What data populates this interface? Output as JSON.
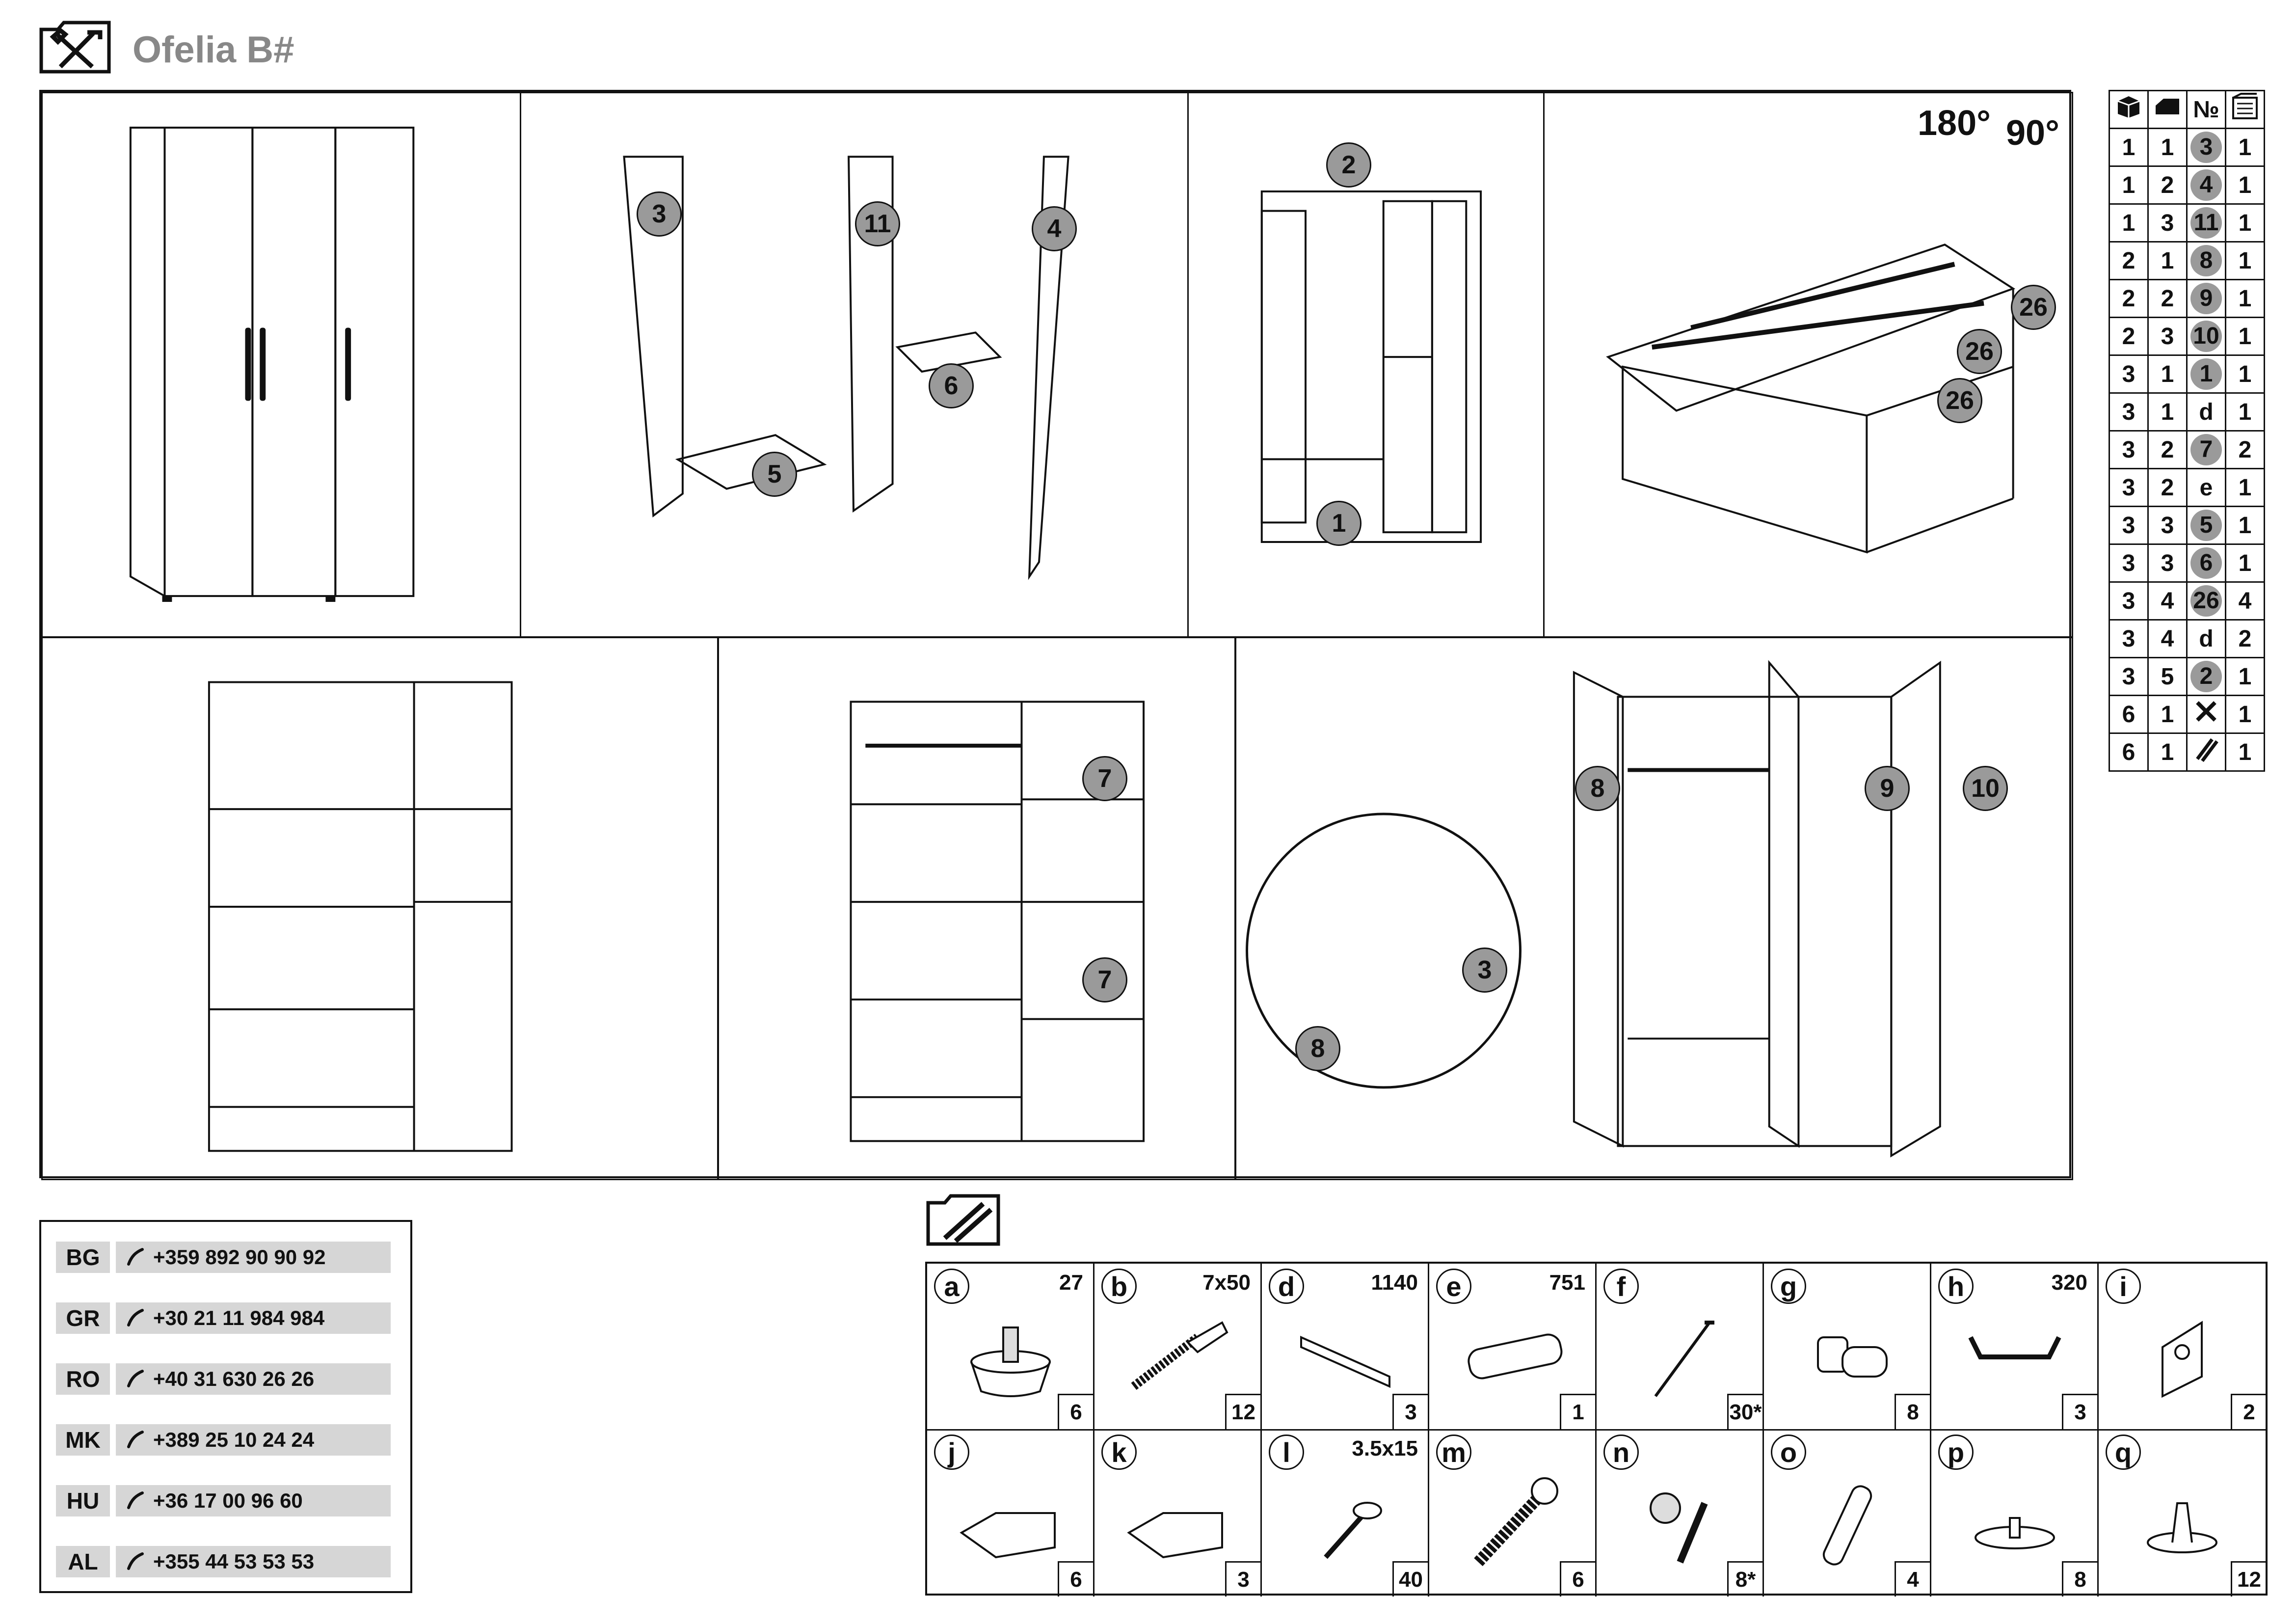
{
  "header": {
    "title": "Ofelia B#",
    "icon": "tools-icon"
  },
  "steps": {
    "step4_rotation": {
      "a": "180°",
      "b": "90°"
    },
    "badges": {
      "s2": [
        "3",
        "11",
        "4",
        "5",
        "6"
      ],
      "s3": [
        "2",
        "1"
      ],
      "s4": [
        "26",
        "26",
        "26"
      ],
      "s6": [
        "7",
        "7"
      ],
      "s7": [
        "8",
        "9",
        "10",
        "3",
        "8"
      ]
    }
  },
  "parts_table": {
    "headers": [
      "box-icon",
      "pack-icon",
      "№",
      "qty-icon"
    ],
    "rows": [
      [
        "1",
        "1",
        "3",
        "1",
        true
      ],
      [
        "1",
        "2",
        "4",
        "1",
        true
      ],
      [
        "1",
        "3",
        "11",
        "1",
        true
      ],
      [
        "2",
        "1",
        "8",
        "1",
        true
      ],
      [
        "2",
        "2",
        "9",
        "1",
        true
      ],
      [
        "2",
        "3",
        "10",
        "1",
        true
      ],
      [
        "3",
        "1",
        "1",
        "1",
        true
      ],
      [
        "3",
        "1",
        "d",
        "1",
        false
      ],
      [
        "3",
        "2",
        "7",
        "2",
        true
      ],
      [
        "3",
        "2",
        "e",
        "1",
        false
      ],
      [
        "3",
        "3",
        "5",
        "1",
        true
      ],
      [
        "3",
        "3",
        "6",
        "1",
        true
      ],
      [
        "3",
        "4",
        "26",
        "4",
        true
      ],
      [
        "3",
        "4",
        "d",
        "2",
        false
      ],
      [
        "3",
        "5",
        "2",
        "1",
        true
      ],
      [
        "6",
        "1",
        "tools",
        "1",
        false
      ],
      [
        "6",
        "1",
        "nails",
        "1",
        false
      ]
    ]
  },
  "contacts": [
    {
      "code": "BG",
      "phone": "+359 892 90 90 92"
    },
    {
      "code": "GR",
      "phone": "+30 21 11 984 984"
    },
    {
      "code": "RO",
      "phone": "+40 31 630 26 26"
    },
    {
      "code": "MK",
      "phone": "+389 25 10 24 24"
    },
    {
      "code": "HU",
      "phone": "+36 17 00 96 60"
    },
    {
      "code": "AL",
      "phone": "+355 44 53 53 53"
    }
  ],
  "hardware": [
    {
      "letter": "a",
      "size": "27",
      "qty": "6"
    },
    {
      "letter": "b",
      "size": "7x50",
      "qty": "12"
    },
    {
      "letter": "d",
      "size": "1140",
      "qty": "3"
    },
    {
      "letter": "e",
      "size": "751",
      "qty": "1"
    },
    {
      "letter": "f",
      "size": "",
      "qty": "30*"
    },
    {
      "letter": "g",
      "size": "",
      "qty": "8"
    },
    {
      "letter": "h",
      "size": "320",
      "qty": "3"
    },
    {
      "letter": "i",
      "size": "",
      "qty": "2"
    },
    {
      "letter": "j",
      "size": "",
      "qty": "6"
    },
    {
      "letter": "k",
      "size": "",
      "qty": "3"
    },
    {
      "letter": "l",
      "size": "3.5x15",
      "qty": "40"
    },
    {
      "letter": "m",
      "size": "",
      "qty": "6"
    },
    {
      "letter": "n",
      "size": "",
      "qty": "8*"
    },
    {
      "letter": "o",
      "size": "",
      "qty": "4"
    },
    {
      "letter": "p",
      "size": "",
      "qty": "8"
    },
    {
      "letter": "q",
      "size": "",
      "qty": "12"
    }
  ]
}
